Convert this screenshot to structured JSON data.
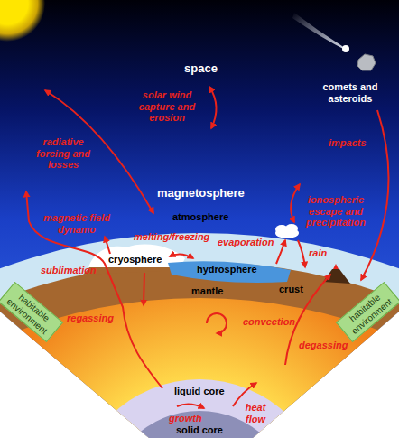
{
  "diagram": {
    "nodes": [
      {
        "text": [
          "habitable environment"
        ]
      },
      {
        "text": [
          "habitable environment"
        ]
      }
    ],
    "labels": [
      "space",
      "comets and asteroids",
      "solar wind capture and erosion",
      "radiative forcing and losses",
      "impacts",
      "magnetosphere",
      "ionospheric escape and precipitation",
      "magnetic field dynamo",
      "atmosphere",
      "melting/freezing",
      "evaporation",
      "cryosphere",
      "sublimation",
      "hydrosphere",
      "rain",
      "crust",
      "mantle",
      "regassing",
      "convection",
      "degassing",
      "liquid core",
      "heat flow",
      "growth",
      "solid core"
    ]
  }
}
